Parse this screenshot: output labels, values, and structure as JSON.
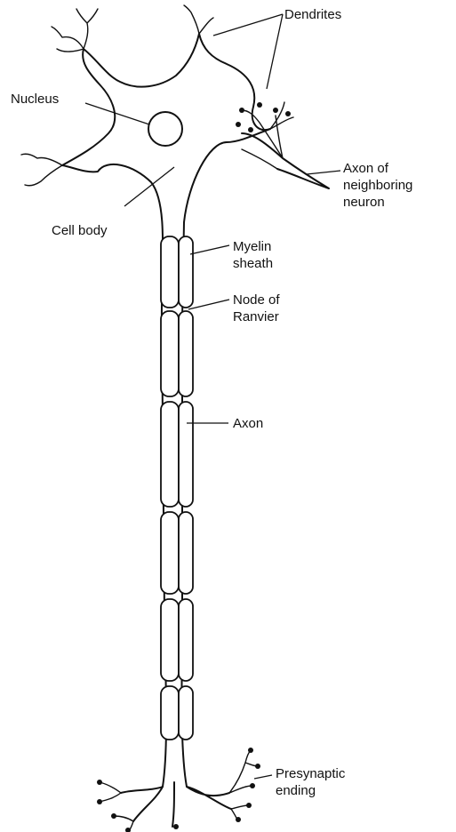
{
  "labels": {
    "dendrites": "Dendrites",
    "nucleus": "Nucleus",
    "cell_body": "Cell body",
    "axon_of_neighboring_neuron": [
      "Axon of",
      "neighboring",
      "neuron"
    ],
    "myelin_sheath": [
      "Myelin",
      "sheath"
    ],
    "node_of_ranvier": [
      "Node of",
      "Ranvier"
    ],
    "axon": "Axon",
    "presynaptic_ending": [
      "Presynaptic",
      "ending"
    ]
  },
  "colors": {
    "ink": "#111111",
    "background": "#ffffff"
  }
}
